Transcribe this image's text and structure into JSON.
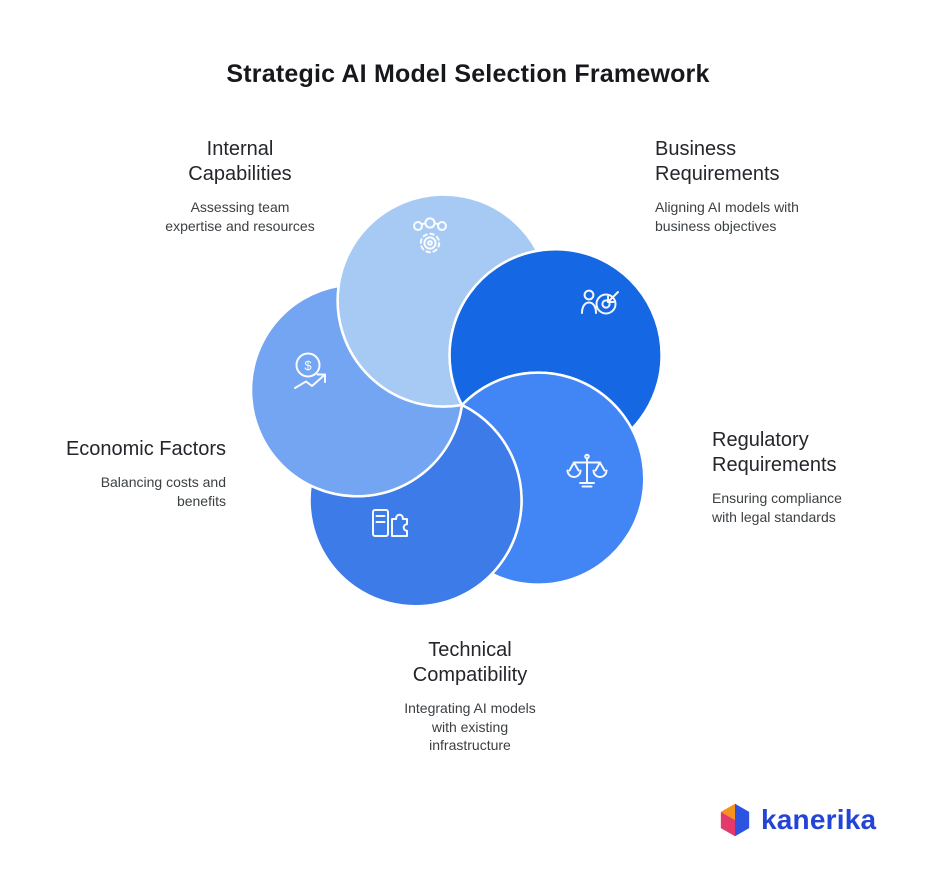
{
  "title": "Strategic AI Model Selection Framework",
  "segments": [
    {
      "name": "internal-capabilities",
      "label": "Internal\nCapabilities",
      "description": "Assessing team\nexpertise and resources",
      "color": "#A7CAF5",
      "icon": "team-gears-icon"
    },
    {
      "name": "business-requirements",
      "label": "Business\nRequirements",
      "description": "Aligning AI models with\nbusiness objectives",
      "color": "#1667E4",
      "icon": "person-target-icon"
    },
    {
      "name": "regulatory-requirements",
      "label": "Regulatory\nRequirements",
      "description": "Ensuring compliance\nwith legal standards",
      "color": "#4285F4",
      "icon": "scales-of-justice-icon"
    },
    {
      "name": "technical-compatibility",
      "label": "Technical\nCompatibility",
      "description": "Integrating AI models\nwith existing\ninfrastructure",
      "color": "#3D7BE9",
      "icon": "puzzle-integration-icon"
    },
    {
      "name": "economic-factors",
      "label": "Economic Factors",
      "description": "Balancing costs and\nbenefits",
      "color": "#73A5F3",
      "icon": "dollar-growth-icon"
    }
  ],
  "logo": {
    "text": "kanerika",
    "text_color": "#2444D6",
    "icon_colors": {
      "orange": "#F6921E",
      "crimson": "#E23A6B",
      "blue": "#2E53E0"
    }
  }
}
